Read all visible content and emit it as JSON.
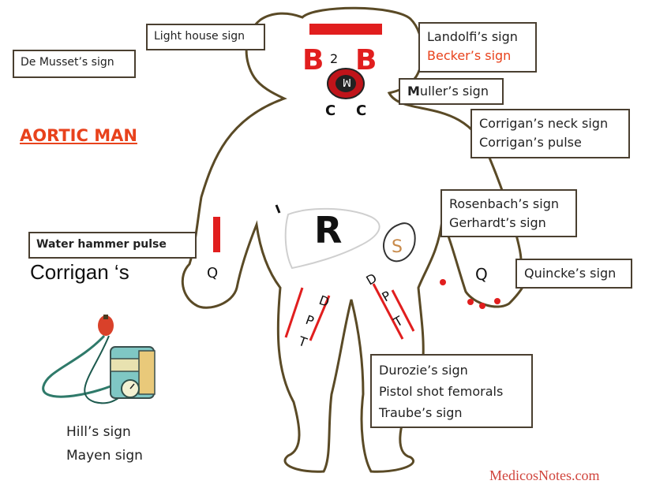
{
  "title": "AORTIC MAN",
  "watermark": "MedicosNotes.com",
  "side_text": "Corrigan ‘s",
  "boxes": {
    "light_house": "Light house sign",
    "de_musset": "De Musset’s sign",
    "landolfi": "Landolfi’s sign",
    "becker": "Becker’s sign",
    "muller_initial": "M",
    "muller_rest": "uller’s sign",
    "corrigan_neck": "Corrigan’s neck sign",
    "corrigan_pulse": "Corrigan’s pulse",
    "rosenbach": "Rosenbach’s sign",
    "gerhardt": "Gerhardt’s sign",
    "water_hammer": "Water hammer pulse",
    "quincke": "Quincke’s sign",
    "durozie": "Durozie’s sign",
    "pistol_shot": "Pistol shot femorals",
    "traube": "Traube’s sign"
  },
  "hills": {
    "line1": "Hill’s sign",
    "line2": "Mayen sign"
  },
  "figure_letters": {
    "head_b_left": "B",
    "head_b_right": "B",
    "head_small": "2",
    "mouth": "M",
    "neck_c_left": "C",
    "neck_c_right": "C",
    "liver": "R",
    "spleen": "S",
    "hand_left": "Q",
    "hand_right": "Q",
    "thigh_left": [
      "D",
      "P",
      "T"
    ],
    "thigh_right": [
      "D",
      "P",
      "T"
    ]
  },
  "colors": {
    "accent": "#e8421c",
    "body_outline": "#5a4a26",
    "marker_red": "#e11e1e",
    "watermark": "#d0443c"
  }
}
